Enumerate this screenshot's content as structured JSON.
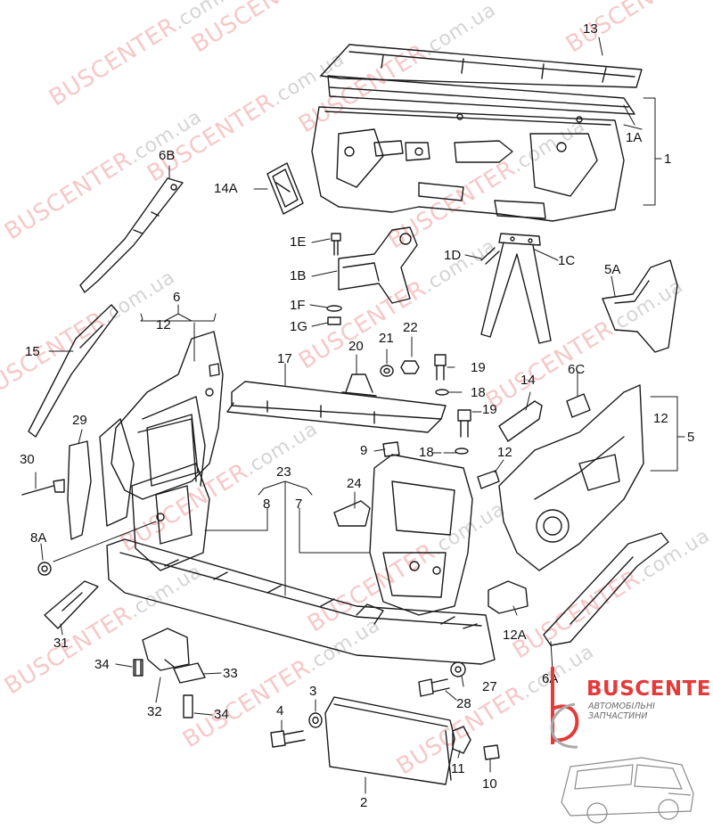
{
  "diagram": {
    "callouts": {
      "c13": "13",
      "c1A": "1A",
      "c1": "1",
      "c6B": "6B",
      "c14A": "14A",
      "c1E": "1E",
      "c1B": "1B",
      "c1F": "1F",
      "c1G": "1G",
      "c1D": "1D",
      "c1C": "1C",
      "c5A": "5A",
      "c6": "6",
      "c12_left": "12",
      "c15": "15",
      "c20": "20",
      "c21": "21",
      "c22": "22",
      "c17": "17",
      "c19_a": "19",
      "c18_a": "18",
      "c19_b": "19",
      "c14": "14",
      "c6C": "6C",
      "c12_right": "12",
      "c5": "5",
      "c29": "29",
      "c30": "30",
      "c9": "9",
      "c18_b": "18",
      "c12_mid": "12",
      "c23": "23",
      "c24": "24",
      "c8": "8",
      "c7": "7",
      "c8A": "8A",
      "c31": "31",
      "c12A": "12A",
      "c6A": "6A",
      "c34_a": "34",
      "c33": "33",
      "c32": "32",
      "c34_b": "34",
      "c3": "3",
      "c4": "4",
      "c27": "27",
      "c28": "28",
      "c11": "11",
      "c10": "10",
      "c2": "2"
    }
  },
  "watermark": {
    "brand": "BUSCENTER",
    "domain": ".com.ua",
    "color": "#e64646"
  },
  "logo": {
    "title": "BUSCENTER",
    "subtitle": "АВТОМОБІЛЬНІ ЗАПЧАСТИНИ",
    "color": "#e53a3a"
  }
}
